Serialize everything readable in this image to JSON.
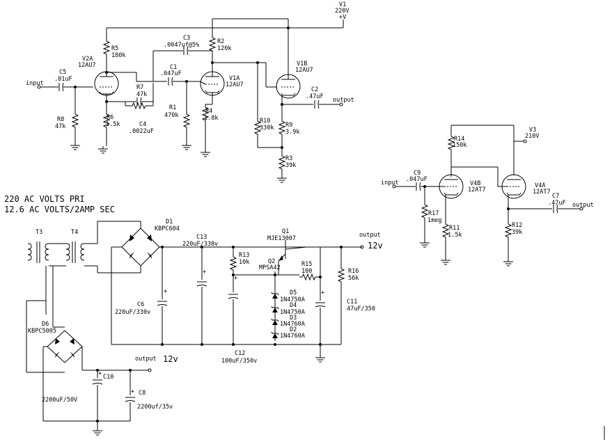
{
  "header": {
    "line1": "220 AC VOLTS PRI",
    "line2": "12.6 AC VOLTS/2AMP SEC"
  },
  "labels": {
    "v1": "V1",
    "v1_val": "220V",
    "v1_pol": "+V",
    "input1": "input",
    "input2": "input",
    "output1": "output",
    "output2": "output",
    "c5": "C5",
    "c5_val": ".01uF",
    "r8": "R8",
    "r8_val": "47k",
    "v2a": "V2A",
    "v2a_type": "12AU7",
    "r5": "R5",
    "r5_val": "180k",
    "r6": "R6",
    "r6_val": "1.5k",
    "r7": "R7",
    "r7_val": "47k",
    "c4": "C4",
    "c4_val": ".0022uF",
    "c3": "C3",
    "c3_val": ".0047uf@5%",
    "c1": "C1",
    "c1_val": ".047uF",
    "r1": "R1",
    "r1_val": "470k",
    "r2": "R2",
    "r2_val": "120k",
    "v1a": "V1A",
    "v1a_type": "12AU7",
    "r4": "R4",
    "r4_val": "1.8k",
    "r10": "R10",
    "r10_val": "330k",
    "v1b": "V1B",
    "v1b_type": "12AU7",
    "c2": "C2",
    "c2_val": ".47uF",
    "r9": "R9",
    "r9_val": "3.9k",
    "r3": "R3",
    "r3_val": "39k",
    "r14": "R14",
    "r14_val": "150k",
    "v3": "V3",
    "v3_val": "210V",
    "c9": "C9",
    "c9_val": ".047uF",
    "v4b": "V4B",
    "v4b_type": "12AT7",
    "v4a": "V4A",
    "v4a_type": "12AT7",
    "r17": "R17",
    "r17_val": "1meg",
    "r11": "R11",
    "r11_val": "1.5k",
    "r12": "R12",
    "r12_val": "39k",
    "c7": "C7",
    "c7_val": ".47uF",
    "t3": "T3",
    "t4": "T4",
    "d1": "D1",
    "d1_val": "KBPC604",
    "c13": "C13",
    "c13_val": "220uF/330v",
    "q1": "Q1",
    "q1_val": "MJE13007",
    "out_top": "output",
    "out_top_v": "12v",
    "r13": "R13",
    "r13_val": "10k",
    "q2": "Q2",
    "q2_val": "MPSA42",
    "r15": "R15",
    "r15_val": "100",
    "r16": "R16",
    "r16_val": "56k",
    "d5": "D5",
    "d5_val": "1N4750A",
    "d4": "D4",
    "d4_val": "1N4750A",
    "d3": "D3",
    "d3_val": "1N4760A",
    "d2": "D2",
    "d2_val": "1N4760A",
    "c6": "C6",
    "c6_val": "220uF/330v",
    "c11": "C11",
    "c11_val": "47uF/350",
    "c12": "C12",
    "c12_val": "100uF/350v",
    "d6": "D6",
    "d6_val": "KBPC5005",
    "out_low": "output",
    "out_low_v": "12v",
    "c10": "C10",
    "c10_val": "2200uF/50V",
    "c8": "C8",
    "c8_val": "2200uf/35v"
  }
}
